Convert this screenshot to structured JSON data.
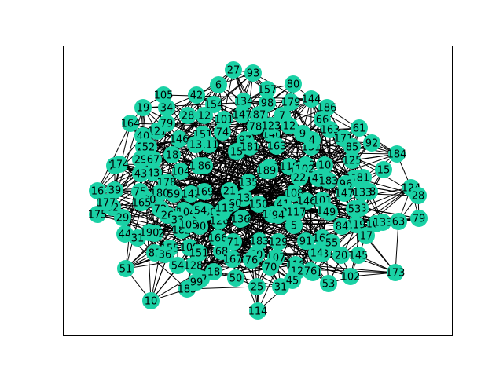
{
  "graph": {
    "node_color": "#1ad1a5",
    "edge_color": "#000000",
    "frame_color": "#000000",
    "background": "#ffffff",
    "visible_node_labels": [
      "27",
      "93",
      "80",
      "6",
      "42",
      "105",
      "157",
      "134",
      "98",
      "144",
      "154",
      "12",
      "147",
      "87",
      "179",
      "186",
      "19",
      "34",
      "28",
      "101",
      "78",
      "7",
      "66",
      "61",
      "164",
      "121",
      "79",
      "146",
      "140",
      "123",
      "12",
      "163",
      "171",
      "92",
      "184",
      "40",
      "151",
      "74",
      "97",
      "163",
      "131",
      "85",
      "24",
      "52",
      "15",
      "43",
      "111",
      "181",
      "9",
      "4",
      "10",
      "125",
      "29",
      "67",
      "18",
      "13",
      "119",
      "167",
      "122",
      "115",
      "102",
      "75",
      "174",
      "43",
      "143",
      "86",
      "130",
      "176",
      "15",
      "124",
      "16",
      "39",
      "75",
      "178",
      "59",
      "104",
      "135",
      "89",
      "22",
      "47",
      "96",
      "81",
      "38",
      "175",
      "62",
      "180",
      "143",
      "169",
      "21",
      "13",
      "108",
      "146",
      "101",
      "147",
      "79",
      "133",
      "183",
      "100",
      "72",
      "110",
      "180",
      "126",
      "160",
      "150",
      "41",
      "20",
      "106",
      "49",
      "68",
      "29",
      "165",
      "26",
      "104",
      "54",
      "58",
      "116",
      "161",
      "117",
      "119",
      "163",
      "44",
      "31",
      "33",
      "182",
      "90",
      "113",
      "136",
      "94",
      "5",
      "53",
      "133",
      "112",
      "155",
      "105",
      "166",
      "71",
      "183",
      "129",
      "91",
      "168",
      "55",
      "84",
      "13",
      "82",
      "36",
      "109",
      "151",
      "68",
      "60",
      "107",
      "118",
      "14",
      "20",
      "145",
      "173",
      "128",
      "54",
      "37",
      "18",
      "167",
      "76",
      "70",
      "12",
      "141",
      "51",
      "10",
      "185",
      "99",
      "50",
      "25",
      "31",
      "45",
      "76",
      "53",
      "102",
      "17",
      "28",
      "63",
      "114",
      "190",
      "177"
    ]
  }
}
